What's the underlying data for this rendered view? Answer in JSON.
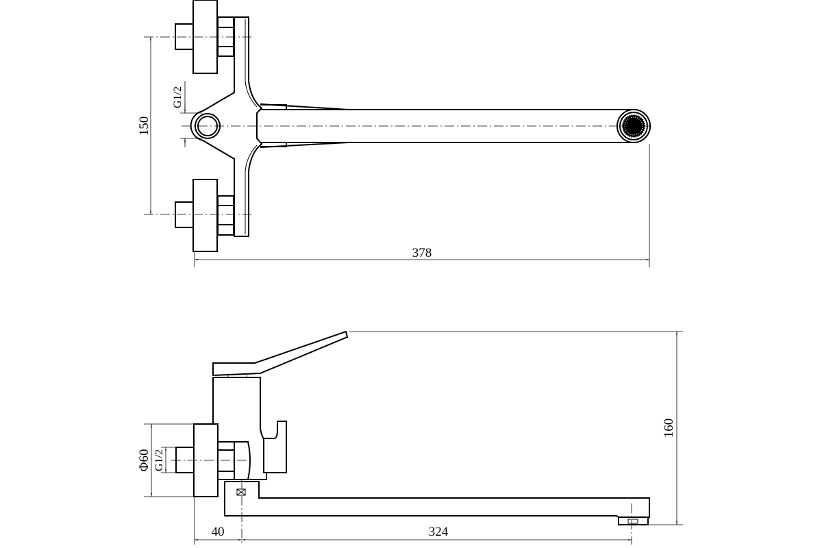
{
  "top_view": {
    "dim_height": "150",
    "dim_thread": "G1/2",
    "dim_length": "378"
  },
  "side_view": {
    "dim_flange_diameter": "Φ60",
    "dim_thread": "G1/2",
    "dim_height": "160",
    "dim_offset": "40",
    "dim_spout_length": "324"
  },
  "colors": {
    "line": "#000000",
    "background": "#ffffff"
  }
}
